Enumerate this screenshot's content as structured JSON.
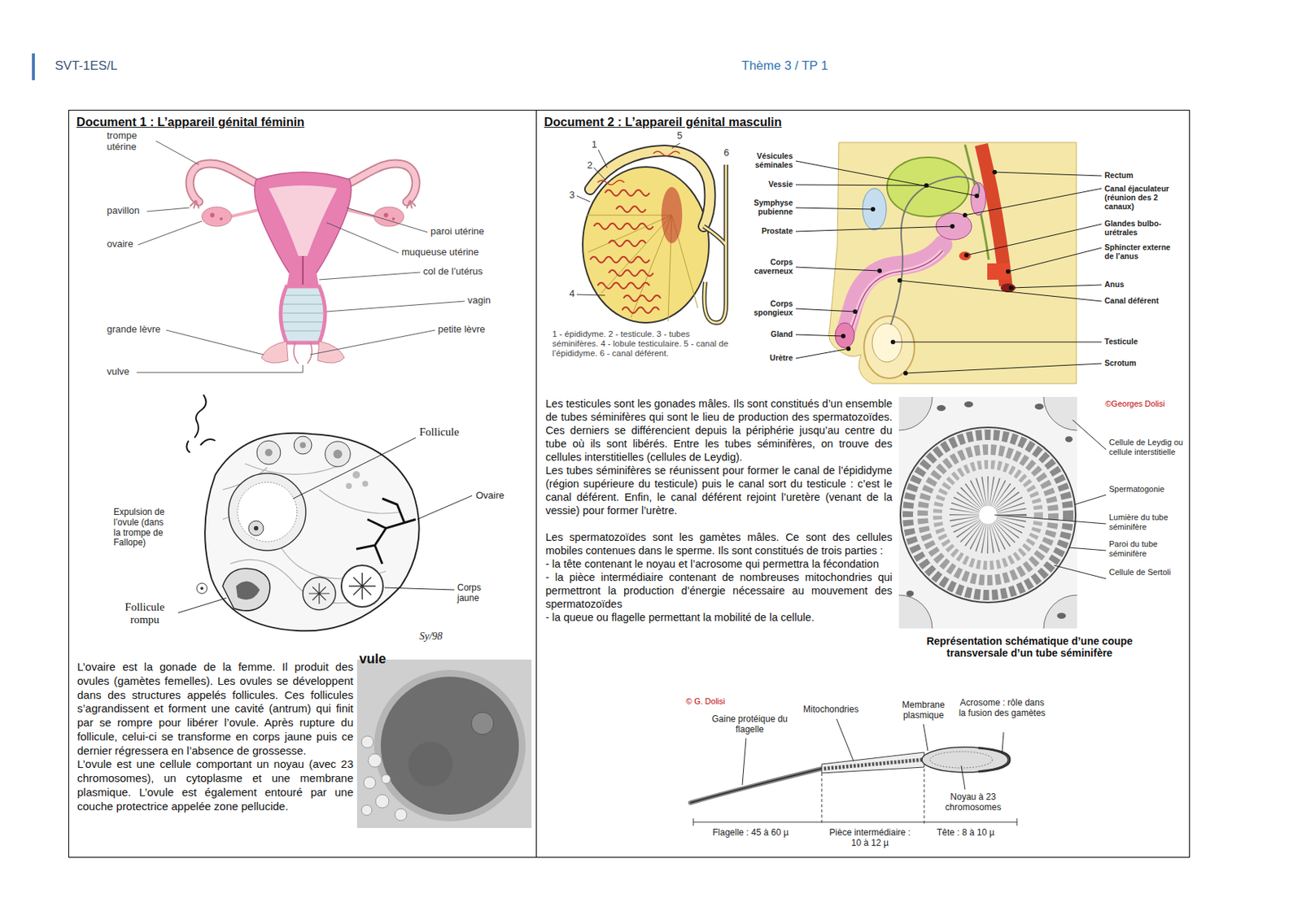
{
  "diagram": {
    "nodes": [
      {
        "text": [
          "Document 1 : L’appareil génital féminin",
          "L’ovaire est la gonade de la femme. Il produit des ovules (gamètes femelles). Les ovules se développent dans des structures appelés follicules. Ces follicules s’agrandissent et forment une cavité (antrum) qui finit par se rompre pour libérer l’ovule. Après rupture du follicule, celui-ci se transforme en corps jaune puis ce dernier régressera en l’absence de grossesse.",
          "L’ovule est une cellule comportant un noyau (avec 23 chromosomes), un cytoplasme et une membrane plasmique. L’ovule est également entouré par une couche protectrice appelée zone pellucide."
        ]
      },
      {
        "text": [
          "Document 2 : L’appareil génital masculin",
          "Les testicules sont les gonades mâles. Ils sont constitués d’un ensemble de tubes séminifères qui sont le lieu de production des spermatozoïdes. Ces derniers se différencient depuis la périphérie jusqu’au centre du tube où ils sont libérés. Entre les tubes séminifères, on trouve des cellules interstitielles (cellules de Leydig).",
          "Les tubes séminifères se réunissent pour former le canal de l’épididyme (région supérieure du testicule) puis le canal sort du testicule : c’est le canal déférent. Enfin, le canal déférent rejoint l’uretère (venant de la vessie) pour former l’urètre.",
          "Les spermatozoïdes sont les gamètes mâles. Ce sont des cellules mobiles contenues dans le sperme. Ils sont constitués de trois parties :",
          "- la tête contenant le noyau et l’acrosome qui permettra la fécondation",
          "- la pièce intermédiaire contenant de nombreuses mitochondries qui permettront la production d’énergie nécessaire au mouvement des spermatozoïdes",
          "- la queue ou flagelle permettant la mobilité de la cellule."
        ]
      }
    ],
    "labels": [
      "SVT-1ES/L",
      "Thème 3 / TP 1",
      "trompe utérine",
      "pavillon",
      "ovaire",
      "paroi utérine",
      "muqueuse utérine",
      "col de l’utérus",
      "vagin",
      "grande lèvre",
      "petite lèvre",
      "vulve",
      "Follicule",
      "Ovaire",
      "Expulsion de l’ovule (dans la trompe de Fallope)",
      "Follicule rompu",
      "Corps jaune",
      "Sy/98",
      "vule",
      "1",
      "5",
      "6",
      "2",
      "3",
      "4",
      "1 - épididyme. 2 - testicule. 3 - tubes séminifères. 4 - lobule testiculaire. 5 - canal de l’épididyme. 6 - canal déférent.",
      "Vésicules séminales",
      "Vessie",
      "Symphyse pubienne",
      "Prostate",
      "Corps caverneux",
      "Corps spongieux",
      "Gland",
      "Urètre",
      "Rectum",
      "Canal éjaculateur (réunion des 2 canaux)",
      "Glandes bulbo-urétrales",
      "Sphincter externe de l’anus",
      "Anus",
      "Canal déférent",
      "Testicule",
      "Scrotum",
      "©Georges Dolisi",
      "Cellule de Leydig ou cellule interstitielle",
      "Spermatogonie",
      "Lumière du tube séminifère",
      "Paroi du tube séminifère",
      "Cellule de Sertoli",
      "Représentation schématique d’une coupe transversale d’un tube séminifère",
      "© G. Dolisi",
      "Gaine protéique du flagelle",
      "Mitochondries",
      "Membrane plasmique",
      "Acrosome : rôle dans la fusion des gamètes",
      "Noyau à 23 chromosomes",
      "Flagelle : 45 à 60 µ",
      "Pièce intermédiaire : 10 à 12 µ",
      "Tête : 8 à 10 µ"
    ]
  }
}
